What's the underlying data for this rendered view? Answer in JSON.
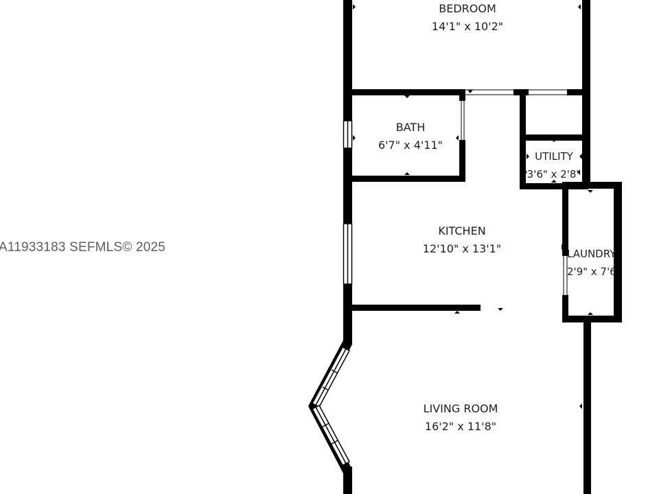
{
  "watermark": "A11933183  SEFMLS© 2025",
  "colors": {
    "wall": "#000000",
    "window": "#ffffff",
    "text": "#1e1e1e",
    "watermark": "#5d5d5d"
  },
  "rooms": {
    "bedroom": {
      "name": "BEDROOM",
      "dims": "14'1\" x 10'2\""
    },
    "bath": {
      "name": "BATH",
      "dims": "6'7\" x 4'11\""
    },
    "utility": {
      "name": "UTILITY",
      "dims": "3'6\" x 2'8\""
    },
    "kitchen": {
      "name": "KITCHEN",
      "dims": "12'10\" x 13'1\""
    },
    "laundry": {
      "name": "LAUNDRY",
      "dims": "2'9\" x 7'6\""
    },
    "living": {
      "name": "LIVING ROOM",
      "dims": "16'2\" x 11'8\""
    }
  }
}
